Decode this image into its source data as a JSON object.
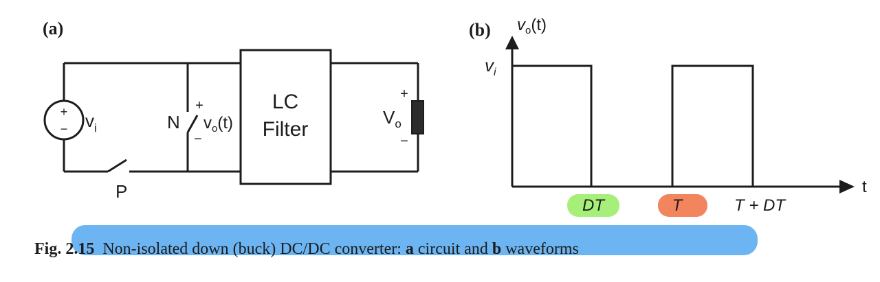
{
  "panel_a": {
    "label": "(a)",
    "source_symbol": {
      "plus": "+",
      "minus": "−"
    },
    "source_label_main": "v",
    "source_label_sub": "i",
    "switch_n_label": "N",
    "switch_p_label": "P",
    "diode_plus": "+",
    "diode_minus": "−",
    "vo_main": "v",
    "vo_sub": "o",
    "vo_suffix": "(t)",
    "filter_line1": "LC",
    "filter_line2": "Filter",
    "load_plus": "+",
    "load_minus": "−",
    "load_main": "V",
    "load_sub": "o"
  },
  "panel_b": {
    "label": "(b)",
    "y_axis_main": "v",
    "y_axis_sub": "o",
    "y_axis_suffix": "(t)",
    "y_level_main": "v",
    "y_level_sub": "i",
    "x_axis_label": "t",
    "tick_dt": "DT",
    "tick_t": "T",
    "tick_t_dt": "T + DT",
    "highlight_dt_color": "#a6f07a",
    "highlight_t_color": "#f2845e"
  },
  "caption": {
    "prefix": "Fig. 2.15",
    "text_1": "Non-isolated down (buck) DC/DC converter: ",
    "bold_a": "a",
    "text_2": " circuit and ",
    "bold_b": "b",
    "text_3": " waveforms",
    "highlight_color": "#6cb5f2"
  },
  "colors": {
    "line": "#1c1c1c",
    "load_fill": "#2b2b2b"
  }
}
